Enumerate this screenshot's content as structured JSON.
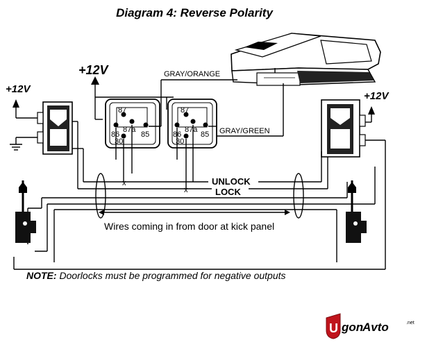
{
  "title": "Diagram 4: Reverse Polarity",
  "labels": {
    "v12_left": "+12V",
    "v12_top": "+12V",
    "v12_right": "+12V",
    "gray_orange": "GRAY/ORANGE",
    "gray_green": "GRAY/GREEN",
    "unlock": "UNLOCK",
    "lock": "LOCK",
    "wires_note": "Wires coming in from door at kick panel",
    "x_mark": "x"
  },
  "relay_pins": {
    "p87": "87",
    "p87a": "87a",
    "p86": "86",
    "p85": "85",
    "p30": "30"
  },
  "note": {
    "prefix": "NOTE:",
    "text": " Doorlocks must be programmed for negative outputs"
  },
  "brand": {
    "u": "U",
    "part1": "gon",
    "part2": "Avto",
    "suffix": ".net",
    "color_red": "#c0141c"
  }
}
